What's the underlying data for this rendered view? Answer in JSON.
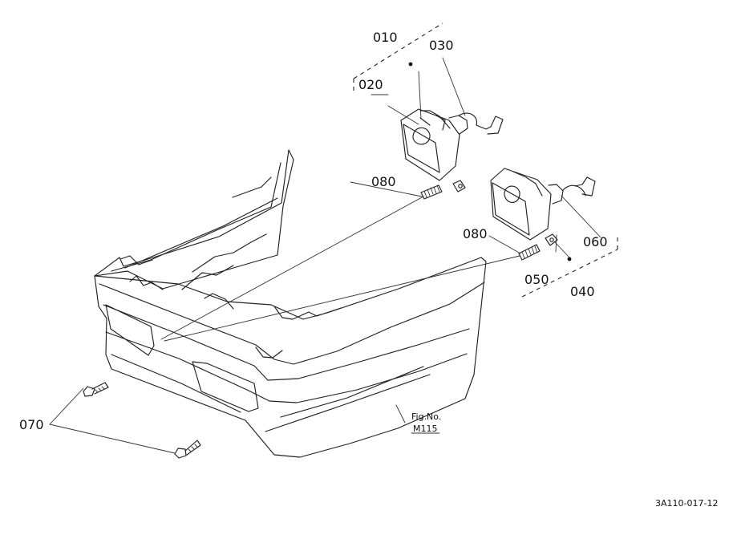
{
  "callouts": {
    "part_010": "010",
    "part_020": "020",
    "part_030": "030",
    "part_040": "040",
    "part_050": "050",
    "part_060": "060",
    "part_070": "070",
    "part_080_upper": "080",
    "part_080_lower": "080"
  },
  "figure": {
    "fig_no_label": "Fig.No.",
    "fig_no_value": "M115"
  },
  "drawing_code": "3A110-017-12"
}
